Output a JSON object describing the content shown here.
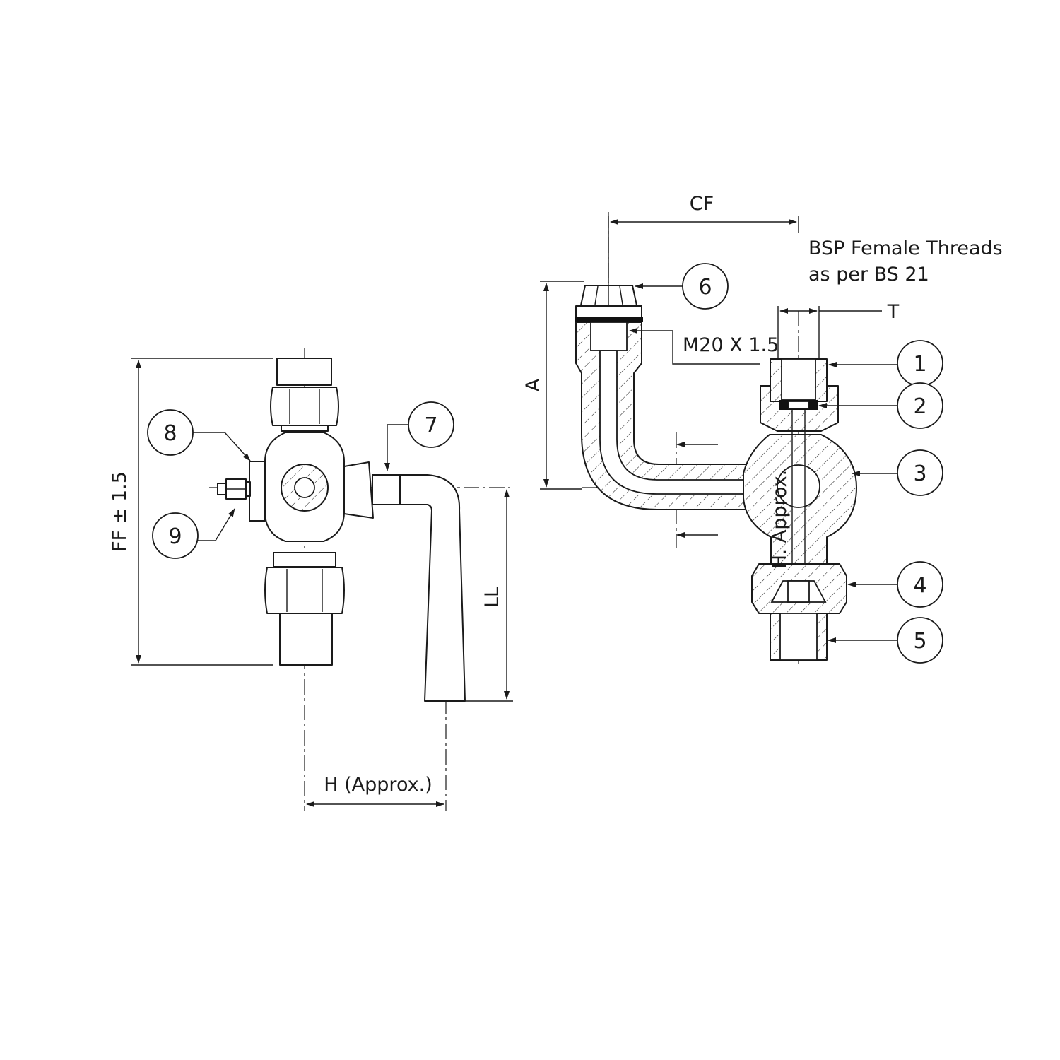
{
  "dimensions": {
    "cf": "CF",
    "a": "A",
    "t": "T",
    "ff": "FF ± 1.5",
    "ll": "LL",
    "h_front": "H (Approx.)",
    "h_section": "H. Approx."
  },
  "notes": {
    "bsp_line1": "BSP Female Threads",
    "bsp_line2": "as per BS 21",
    "thread": "M20 X 1.5"
  },
  "balloons": [
    "1",
    "2",
    "3",
    "4",
    "5",
    "6",
    "7",
    "8",
    "9"
  ]
}
